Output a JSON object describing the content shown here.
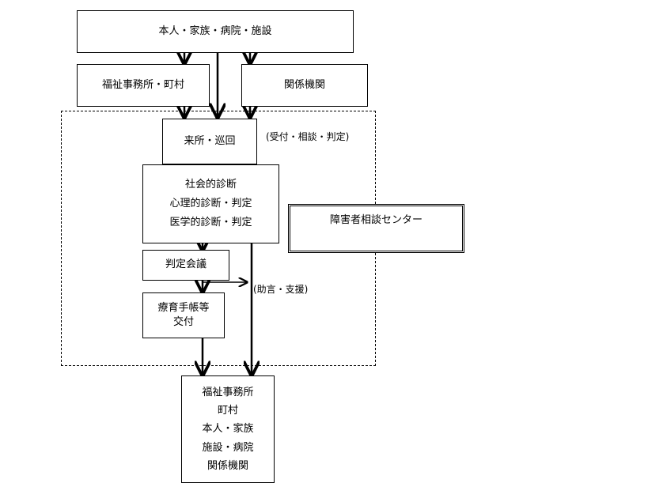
{
  "nodes": {
    "applicants": "本人・家族・病院・施設",
    "welfare_office_town": "福祉事務所・町村",
    "related_agencies": "関係機関",
    "visit": "来所・巡回",
    "diagnosis": [
      "社会的診断",
      "心理的診断・判定",
      "医学的診断・判定"
    ],
    "judgment_meeting": "判定会議",
    "handbook_issue": [
      "療育手帳等",
      "交付"
    ],
    "center": "障害者相談センター",
    "outcome": [
      "福祉事務所",
      "町村",
      "本人・家族",
      "施設・病院",
      "関係機関"
    ]
  },
  "labels": {
    "intake_note": "(受付・相談・判定)",
    "advice_note": "(助言・支援)"
  }
}
